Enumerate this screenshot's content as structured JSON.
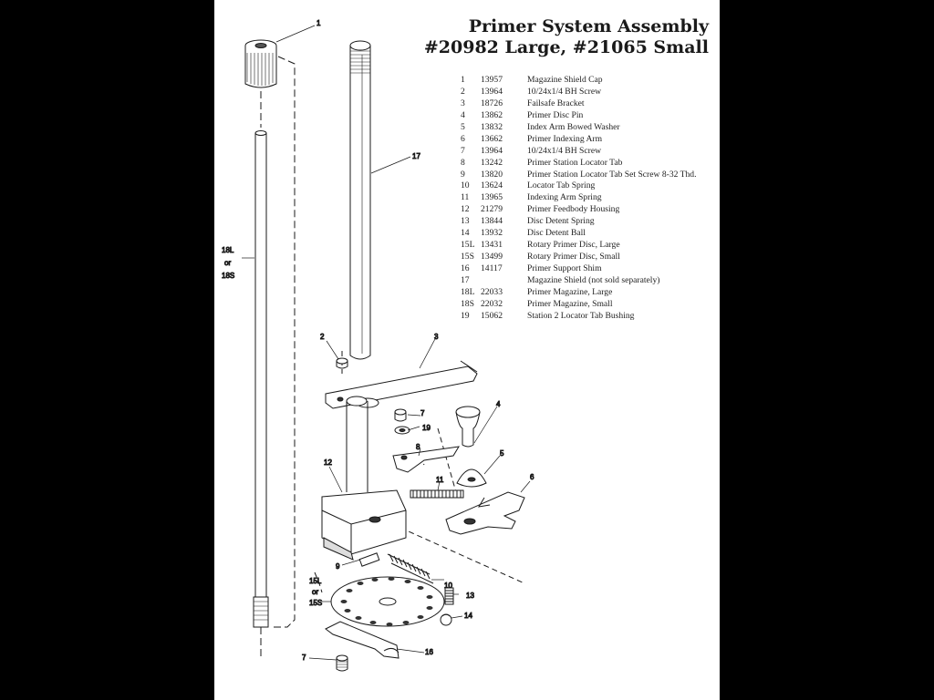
{
  "title": {
    "line1": "Primer System Assembly",
    "line2": "#20982 Large, #21065 Small"
  },
  "parts": [
    {
      "num": "1",
      "code": "13957",
      "desc": "Magazine Shield Cap"
    },
    {
      "num": "2",
      "code": "13964",
      "desc": "10/24x1/4 BH Screw"
    },
    {
      "num": "3",
      "code": "18726",
      "desc": "Failsafe Bracket"
    },
    {
      "num": "4",
      "code": "13862",
      "desc": "Primer Disc Pin"
    },
    {
      "num": "5",
      "code": "13832",
      "desc": "Index Arm Bowed Washer"
    },
    {
      "num": "6",
      "code": "13662",
      "desc": "Primer Indexing Arm"
    },
    {
      "num": "7",
      "code": "13964",
      "desc": "10/24x1/4 BH Screw"
    },
    {
      "num": "8",
      "code": "13242",
      "desc": "Primer Station Locator Tab"
    },
    {
      "num": "9",
      "code": "13820",
      "desc": "Primer Station Locator Tab Set Screw 8-32 Thd."
    },
    {
      "num": "10",
      "code": "13624",
      "desc": "Locator Tab Spring"
    },
    {
      "num": "11",
      "code": "13965",
      "desc": "Indexing Arm Spring"
    },
    {
      "num": "12",
      "code": "21279",
      "desc": "Primer Feedbody Housing"
    },
    {
      "num": "13",
      "code": "13844",
      "desc": "Disc Detent Spring"
    },
    {
      "num": "14",
      "code": "13932",
      "desc": "Disc Detent Ball"
    },
    {
      "num": "15L",
      "code": "13431",
      "desc": "Rotary Primer Disc, Large"
    },
    {
      "num": "15S",
      "code": "13499",
      "desc": "Rotary Primer Disc, Small"
    },
    {
      "num": "16",
      "code": "14117",
      "desc": "Primer Support Shim"
    },
    {
      "num": "17",
      "code": "",
      "desc": "Magazine Shield (not sold separately)"
    },
    {
      "num": "18L",
      "code": "22033",
      "desc": "Primer Magazine, Large"
    },
    {
      "num": "18S",
      "code": "22032",
      "desc": "Primer Magazine, Small"
    },
    {
      "num": "19",
      "code": "15062",
      "desc": "Station 2 Locator Tab Bushing"
    }
  ],
  "callouts": {
    "c1": "1",
    "c2": "2",
    "c3": "3",
    "c4": "4",
    "c5": "5",
    "c6": "6",
    "c7a": "7",
    "c7b": "7",
    "c8": "8",
    "c9": "9",
    "c10": "10",
    "c11": "11",
    "c12": "12",
    "c13": "13",
    "c14": "14",
    "c15a": "15L",
    "c15b": "or",
    "c15c": "15S",
    "c16": "16",
    "c17": "17",
    "c18a": "18L",
    "c18b": "or",
    "c18c": "18S",
    "c19": "19"
  },
  "colors": {
    "background": "#000000",
    "page": "#ffffff",
    "ink": "#1a1a1a"
  }
}
